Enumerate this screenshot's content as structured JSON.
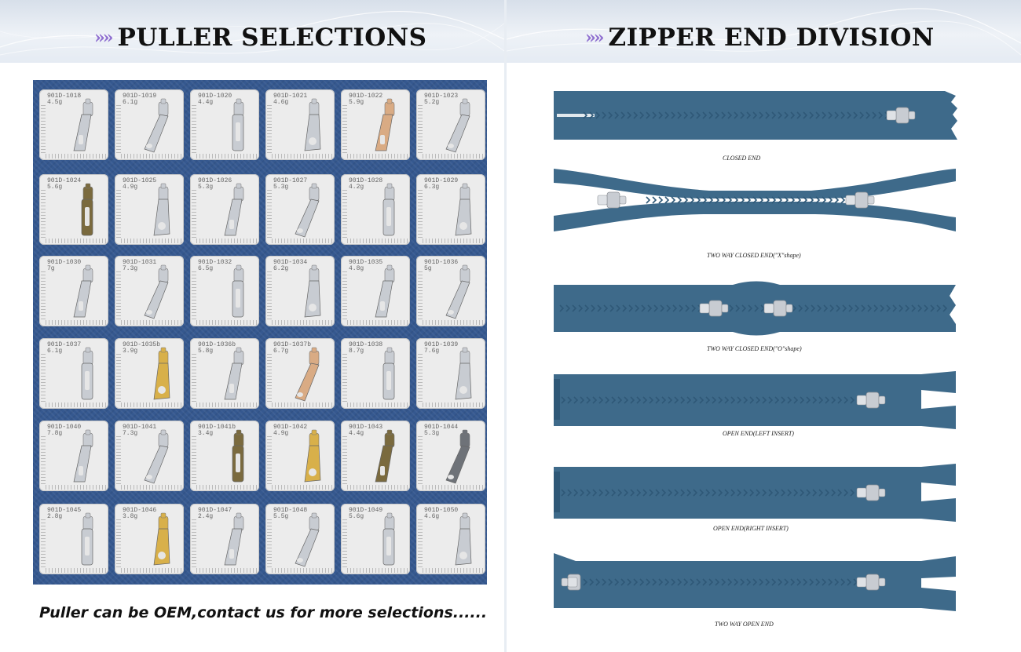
{
  "left": {
    "title": "PULLER SELECTIONS",
    "arrows": "»»",
    "note": "Puller can be OEM,contact us for more selections......",
    "pullers": [
      {
        "code": "901D-1018",
        "weight": "4.5g",
        "finish": "silver"
      },
      {
        "code": "901D-1019",
        "weight": "6.1g",
        "finish": "silver"
      },
      {
        "code": "901D-1020",
        "weight": "4.4g",
        "finish": "silver"
      },
      {
        "code": "901D-1021",
        "weight": "4.6g",
        "finish": "silver"
      },
      {
        "code": "901D-1022",
        "weight": "5.9g",
        "finish": "rosegold"
      },
      {
        "code": "901D-1023",
        "weight": "5.2g",
        "finish": "silver"
      },
      {
        "code": "901D-1024",
        "weight": "5.6g",
        "finish": "bronze"
      },
      {
        "code": "901D-1025",
        "weight": "4.9g",
        "finish": "silver"
      },
      {
        "code": "901D-1026",
        "weight": "5.3g",
        "finish": "silver"
      },
      {
        "code": "901D-1027",
        "weight": "5.3g",
        "finish": "silver"
      },
      {
        "code": "901D-1028",
        "weight": "4.2g",
        "finish": "silver"
      },
      {
        "code": "901D-1029",
        "weight": "6.3g",
        "finish": "silver"
      },
      {
        "code": "901D-1030",
        "weight": "7g",
        "finish": "silver"
      },
      {
        "code": "901D-1031",
        "weight": "7.3g",
        "finish": "silver"
      },
      {
        "code": "901D-1032",
        "weight": "6.5g",
        "finish": "silver"
      },
      {
        "code": "901D-1034",
        "weight": "6.2g",
        "finish": "silver"
      },
      {
        "code": "901D-1035",
        "weight": "4.8g",
        "finish": "silver"
      },
      {
        "code": "901D-1036",
        "weight": "5g",
        "finish": "silver"
      },
      {
        "code": "901D-1037",
        "weight": "6.1g",
        "finish": "silver"
      },
      {
        "code": "901D-1035b",
        "weight": "3.9g",
        "finish": "gold"
      },
      {
        "code": "901D-1036b",
        "weight": "5.8g",
        "finish": "silver"
      },
      {
        "code": "901D-1037b",
        "weight": "6.7g",
        "finish": "rosegold"
      },
      {
        "code": "901D-1038",
        "weight": "8.7g",
        "finish": "silver"
      },
      {
        "code": "901D-1039",
        "weight": "7.6g",
        "finish": "silver"
      },
      {
        "code": "901D-1040",
        "weight": "7.8g",
        "finish": "silver"
      },
      {
        "code": "901D-1041",
        "weight": "7.3g",
        "finish": "silver"
      },
      {
        "code": "901D-1041b",
        "weight": "3.4g",
        "finish": "bronze"
      },
      {
        "code": "901D-1042",
        "weight": "4.9g",
        "finish": "gold"
      },
      {
        "code": "901D-1043",
        "weight": "4.4g",
        "finish": "bronze"
      },
      {
        "code": "901D-1044",
        "weight": "5.3g",
        "finish": "gunmetal"
      },
      {
        "code": "901D-1045",
        "weight": "2.8g",
        "finish": "silver"
      },
      {
        "code": "901D-1046",
        "weight": "3.8g",
        "finish": "gold"
      },
      {
        "code": "901D-1047",
        "weight": "2.4g",
        "finish": "silver"
      },
      {
        "code": "901D-1048",
        "weight": "5.5g",
        "finish": "silver"
      },
      {
        "code": "901D-1049",
        "weight": "5.6g",
        "finish": "silver"
      },
      {
        "code": "901D-1050",
        "weight": "4.6g",
        "finish": "silver"
      }
    ]
  },
  "right": {
    "title": "ZIPPER END DIVISION",
    "arrows": "»»",
    "tape_color": "#3e6a8a",
    "zippers": [
      {
        "label": "CLOSED END",
        "kind": "closed"
      },
      {
        "label": "TWO WAY CLOSED END(\"X\"shape)",
        "kind": "x"
      },
      {
        "label": "TWO WAY CLOSED END(\"O\"shape)",
        "kind": "o"
      },
      {
        "label": "OPEN END(LEFT INSERT)",
        "kind": "open"
      },
      {
        "label": "OPEN END(RIGHT INSERT)",
        "kind": "open"
      },
      {
        "label": "TWO WAY OPEN END",
        "kind": "twoopen"
      }
    ]
  },
  "colors": {
    "panel_blue": "#35588f",
    "arrow_purple": "#8f6fd0",
    "silver": "#c8ccd2",
    "gold": "#d8b04a",
    "bronze": "#7a6a3e",
    "rosegold": "#d9ab84",
    "gunmetal": "#6e7278"
  }
}
